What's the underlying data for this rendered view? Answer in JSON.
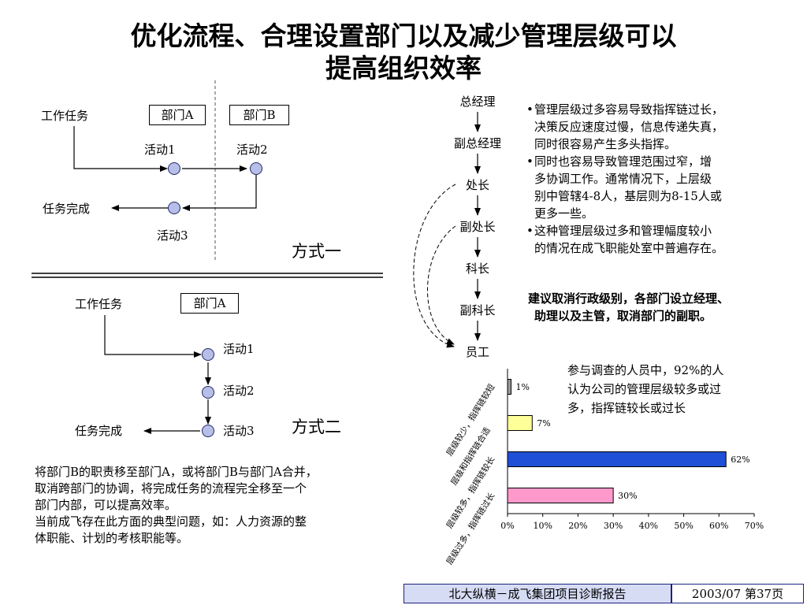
{
  "title": {
    "line1": "优化流程、合理设置部门以及减少管理层级可以",
    "line2": "提高组织效率"
  },
  "method1": {
    "work_task": "工作任务",
    "dept_a": "部门A",
    "dept_b": "部门B",
    "activity1": "活动1",
    "activity2": "活动2",
    "activity3": "活动3",
    "task_done": "任务完成",
    "label": "方式一"
  },
  "method2": {
    "work_task": "工作任务",
    "dept_a": "部门A",
    "activity1": "活动1",
    "activity2": "活动2",
    "activity3": "活动3",
    "task_done": "任务完成",
    "label": "方式二"
  },
  "paragraph": {
    "lines": [
      "将部门B的职责移至部门A，或将部门B与部门A合并，",
      "取消跨部门的协调，将完成任务的流程完全移至一个",
      "部门内部，可以提高效率。",
      "当前成飞存在此方面的典型问题，如：人力资源的整",
      "体职能、计划的考核职能等。"
    ]
  },
  "hierarchy": [
    "总经理",
    "副总经理",
    "处长",
    "副处长",
    "科长",
    "副科长",
    "员工"
  ],
  "bullets": [
    {
      "lines": [
        "管理层级过多容易导致指挥链过长，",
        "决策反应速度过慢，信息传递失真，",
        "同时很容易产生多头指挥。"
      ]
    },
    {
      "lines": [
        "同时也容易导致管理范围过窄，增",
        "多协调工作。通常情况下，上层级",
        "别中管辖4-8人，基层则为8-15人或",
        "更多一些。"
      ]
    },
    {
      "lines": [
        "这种管理层级过多和管理幅度较小",
        "的情况在成飞职能处室中普遍存在。"
      ]
    }
  ],
  "recommendation": {
    "lines": [
      "建议取消行政级别，各部门设立经理、",
      "助理以及主管，取消部门的副职。"
    ]
  },
  "survey_note": {
    "lines": [
      "参与调查的人员中，92%的人",
      "认为公司的管理层级较多或过",
      "多，指挥链较长或过长"
    ]
  },
  "chart_data": {
    "type": "bar",
    "orientation": "horizontal",
    "categories": [
      "层级较少，指挥链较短",
      "层级和指挥链合适",
      "层级较多，指挥链较长",
      "层级过多，指挥链过长"
    ],
    "values": [
      1,
      7,
      62,
      30
    ],
    "value_labels": [
      "1%",
      "7%",
      "62%",
      "30%"
    ],
    "colors": [
      "#9a9a9a",
      "#ffff99",
      "#1f4fd6",
      "#ff99cc"
    ],
    "xlim": [
      0,
      70
    ],
    "xticks": [
      "0%",
      "10%",
      "20%",
      "30%",
      "40%",
      "50%",
      "60%",
      "70%"
    ],
    "grid": false
  },
  "footer": {
    "report": "北大纵横－成飞集团项目诊断报告",
    "page": "2003/07  第37页"
  }
}
